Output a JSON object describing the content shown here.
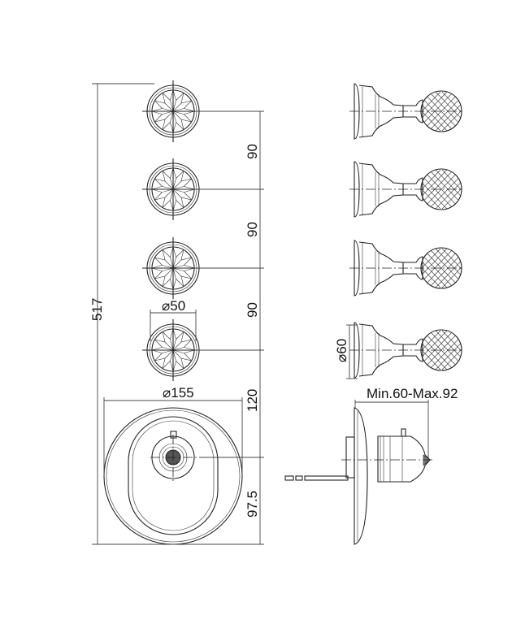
{
  "dimensions": {
    "total_height": "517",
    "spacing_1": "90",
    "spacing_2": "90",
    "spacing_3": "90",
    "knob_diameter": "⌀50",
    "plate_spacing": "120",
    "plate_diameter": "⌀155",
    "plate_bottom": "97.5",
    "side_knob_diameter": "⌀60",
    "depth_range": "Min.60-Max.92"
  }
}
